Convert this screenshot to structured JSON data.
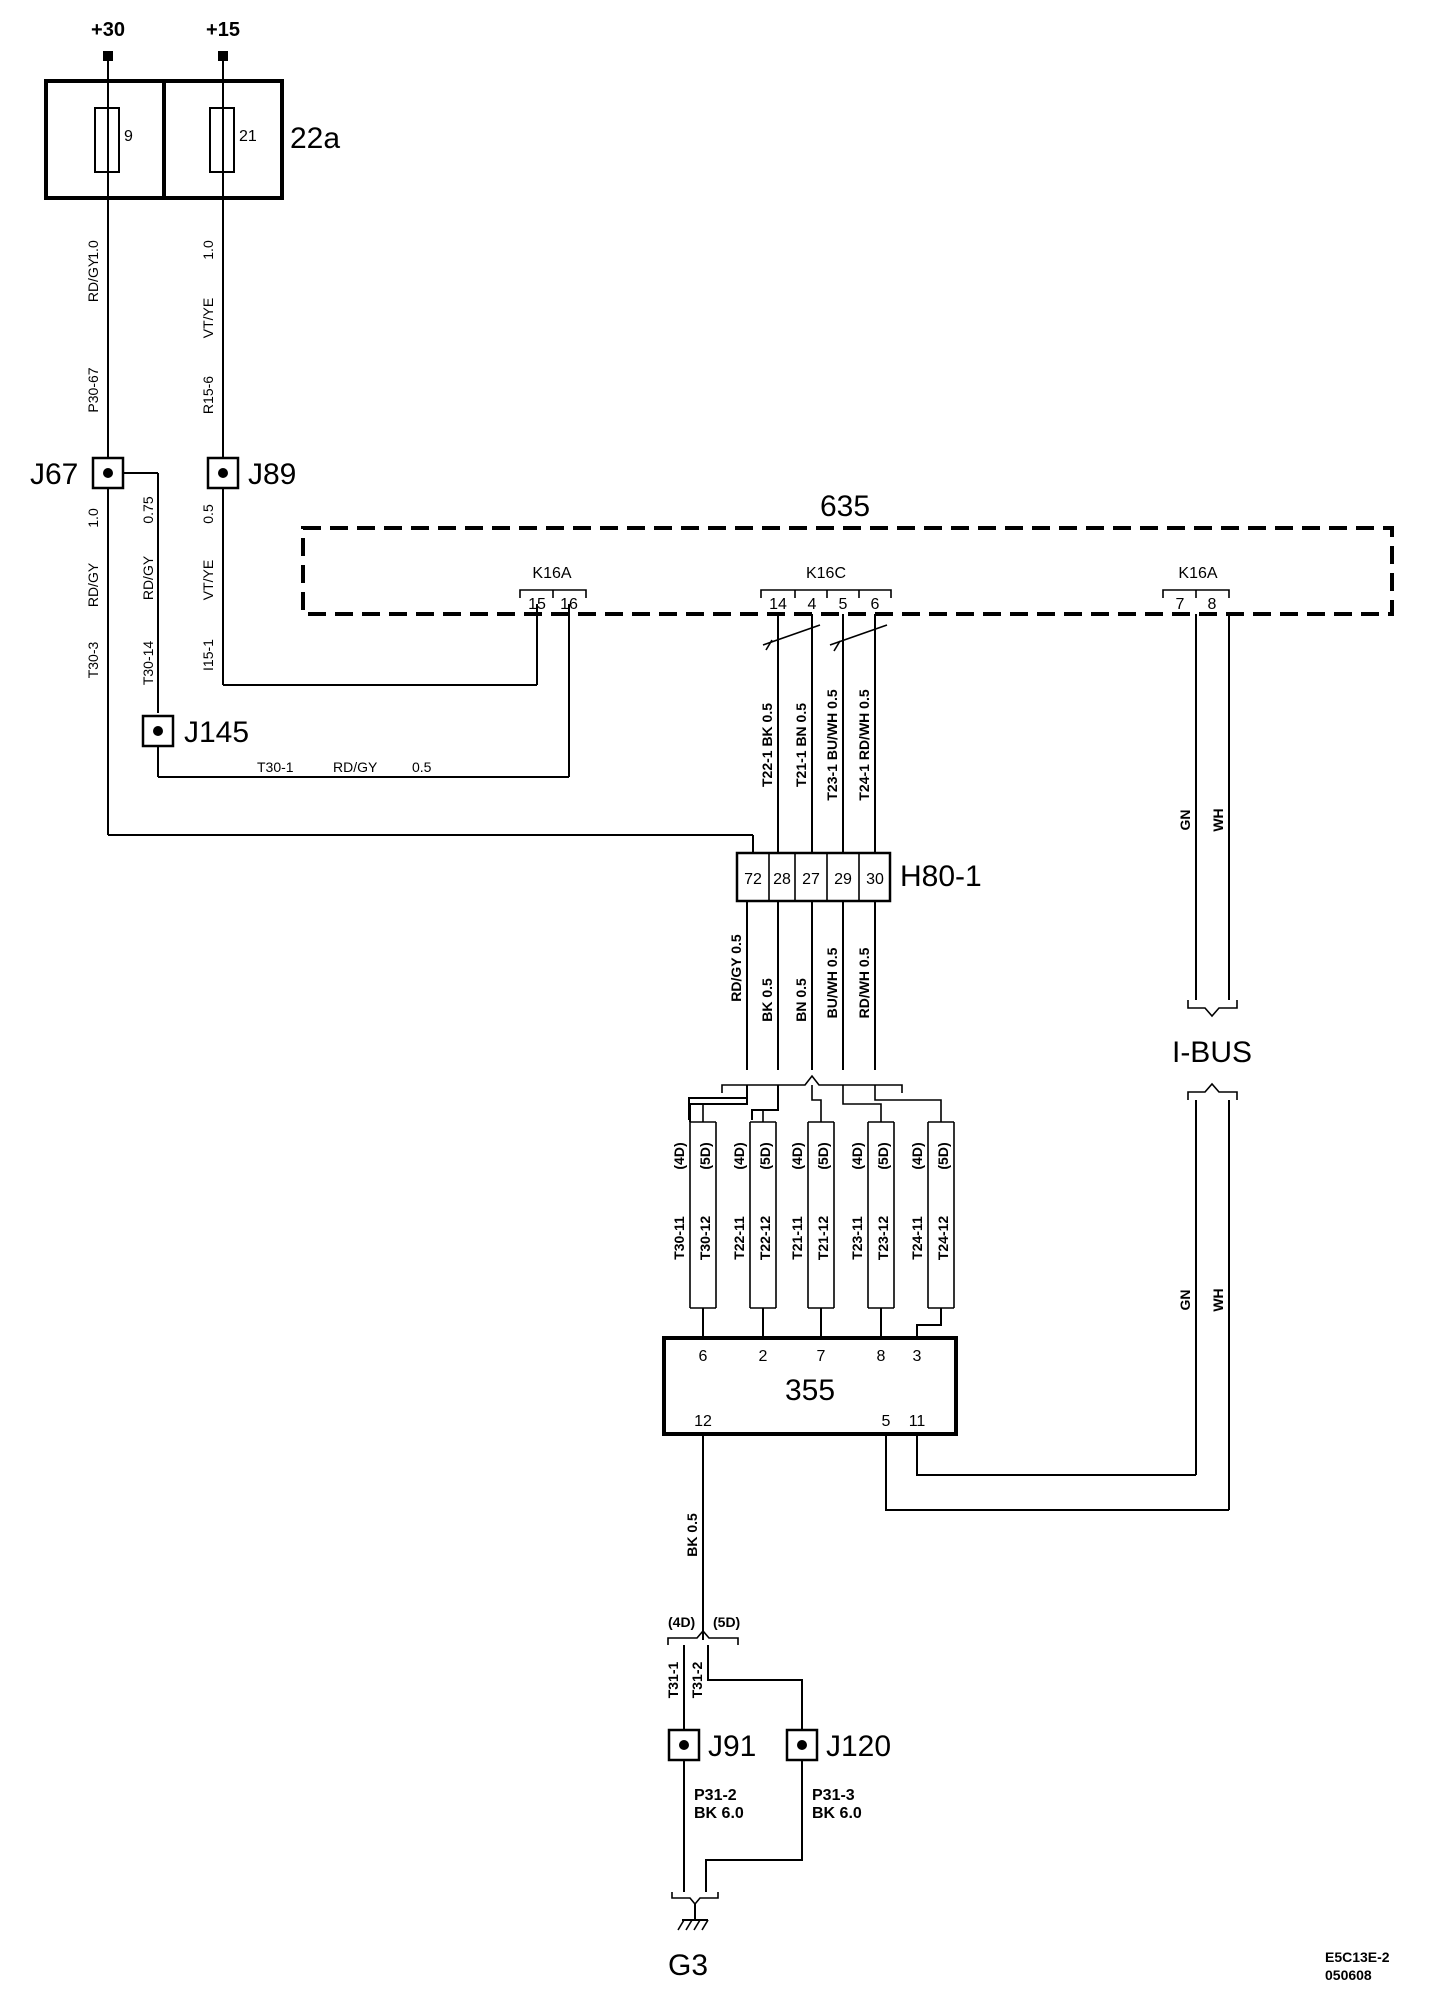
{
  "supplies": {
    "plus30": "+30",
    "plus15": "+15"
  },
  "fusebox": {
    "label": "22a",
    "fuse_a": "9",
    "fuse_b": "21"
  },
  "splices": {
    "j67": "J67",
    "j89": "J89",
    "j145": "J145",
    "j91": "J91",
    "j120": "J120"
  },
  "module635": {
    "label": "635",
    "conn_a": "K16A",
    "conn_c": "K16C",
    "conn_b": "K16A",
    "pins_a": [
      "15",
      "16"
    ],
    "pins_c": [
      "14",
      "4",
      "5",
      "6"
    ],
    "pins_b": [
      "7",
      "8"
    ]
  },
  "connector_h80": {
    "label": "H80-1",
    "pins": [
      "72",
      "28",
      "27",
      "29",
      "30"
    ]
  },
  "module355": {
    "label": "355",
    "top_pins": [
      "6",
      "2",
      "7",
      "8",
      "3"
    ],
    "bottom_pins": [
      "12",
      "5",
      "11"
    ]
  },
  "ibus": {
    "label": "I-BUS",
    "wire_gn": "GN",
    "wire_wh": "WH"
  },
  "ground": {
    "label": "G3"
  },
  "wires": {
    "w1_id": "P30-67",
    "w1_col": "RD/GY",
    "w1_size": "1.0",
    "w2_id": "R15-6",
    "w2_col": "VT/YE",
    "w2_size": "1.0",
    "w3_id": "T30-3",
    "w3_col": "RD/GY",
    "w3_size": "1.0",
    "w4_id": "T30-14",
    "w4_col": "RD/GY",
    "w4_size": "0.75",
    "w5_id": "I15-1",
    "w5_col": "VT/YE",
    "w5_size": "0.5",
    "w6_id": "T30-1",
    "w6_col": "RD/GY",
    "w6_size": "0.5",
    "t22": "T22-1 BK  0.5",
    "t21": "T21-1 BN  0.5",
    "t23": "T23-1 BU/WH  0.5",
    "t24": "T24-1 RD/WH  0.5",
    "b1": "RD/GY  0.5",
    "b2": "BK  0.5",
    "b3": "BN  0.5",
    "b4": "BU/WH  0.5",
    "b5": "RD/WH  0.5",
    "v4d": "(4D)",
    "v5d": "(5D)",
    "c1": "T30-11",
    "c2": "T30-12",
    "c3": "T22-11",
    "c4": "T22-12",
    "c5": "T21-11",
    "c6": "T21-12",
    "c7": "T23-11",
    "c8": "T23-12",
    "c9": "T24-11",
    "c10": "T24-12",
    "gnd_wire": "BK  0.5",
    "t31a": "T31-1",
    "t31b": "T31-2",
    "p31_2": "P31-2",
    "p31_2c": "BK  6.0",
    "p31_3": "P31-3",
    "p31_3c": "BK  6.0"
  },
  "footer": {
    "code": "E5C13E-2",
    "date": "050608"
  }
}
